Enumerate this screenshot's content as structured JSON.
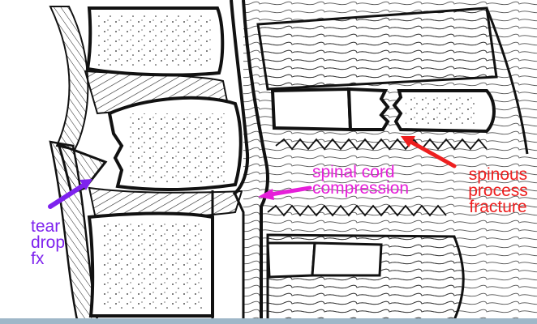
{
  "labels": {
    "spinal_cord": "spinal cord\ncompression",
    "spinous": "spinous\nprocess\nfracture",
    "tear_drop": "tear\ndrop\nfx"
  },
  "colors": {
    "spinal_cord": "#e61fd9",
    "spinous": "#ee1f1f",
    "tear_drop": "#7e22ee",
    "ink": "#111111",
    "frame_bar": "#9fb7c8"
  }
}
